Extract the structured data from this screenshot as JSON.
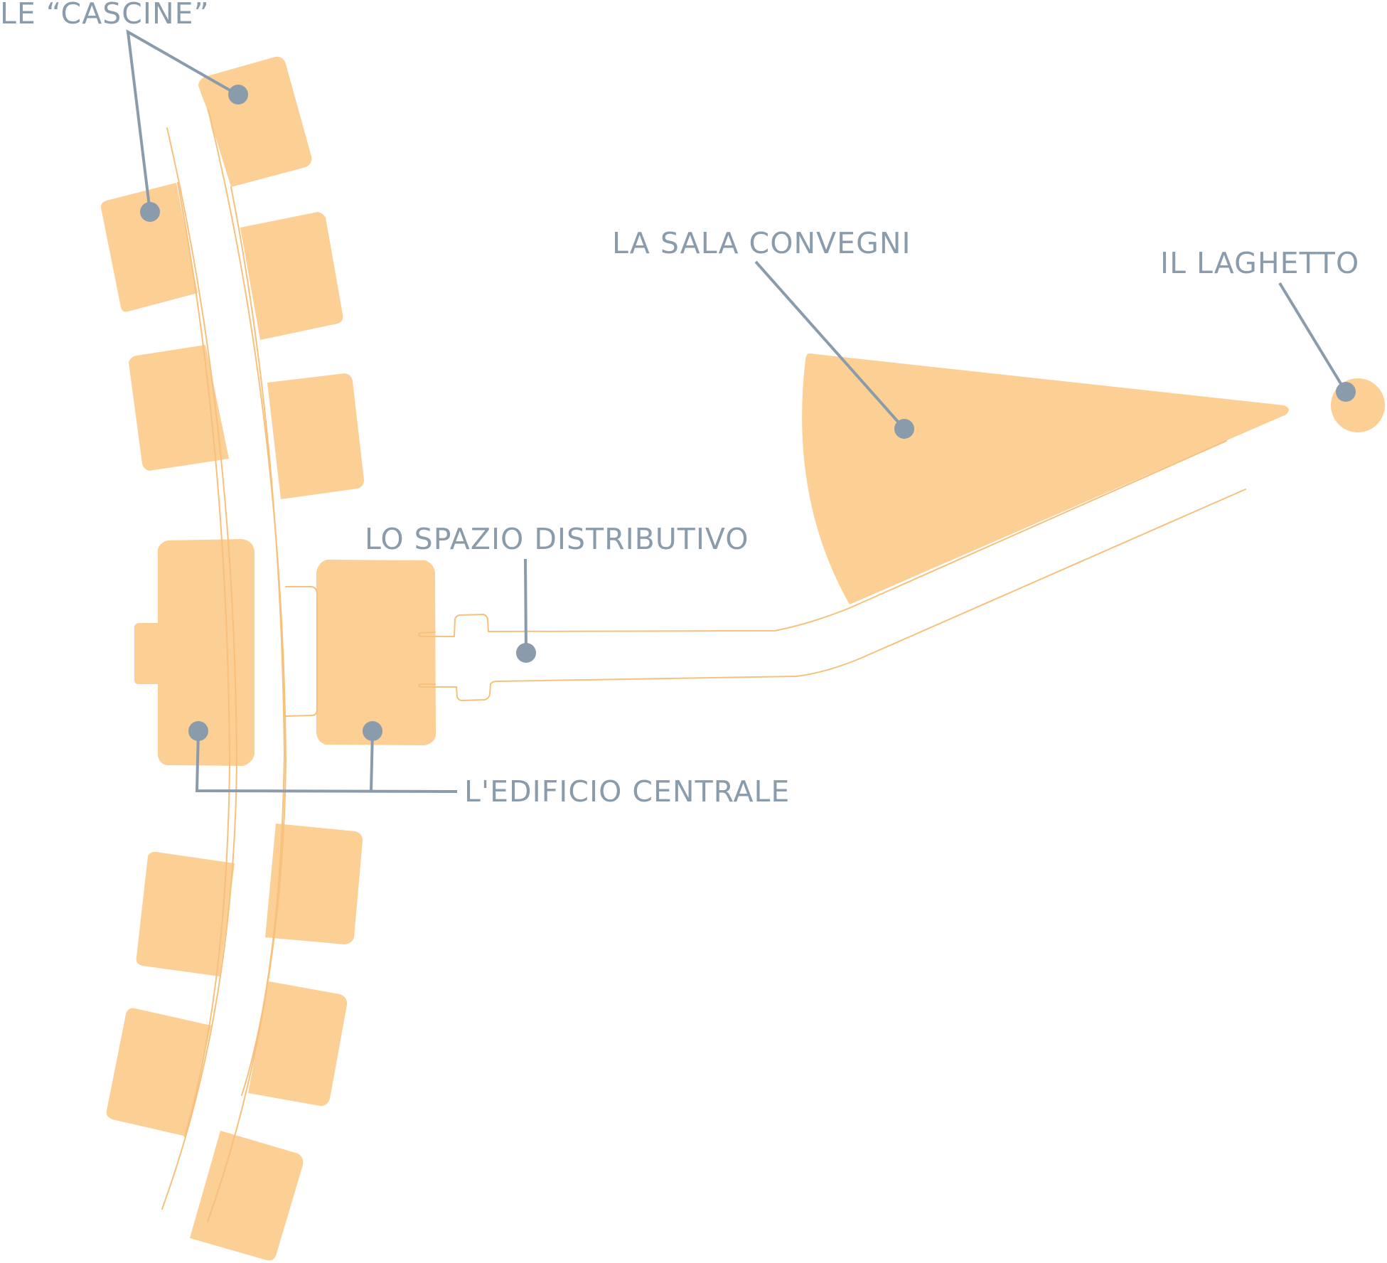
{
  "colors": {
    "building_fill": "#fccf95",
    "path_line": "#f7c07c",
    "label": "#8a9bab",
    "background": "#ffffff"
  },
  "labels": {
    "cascine": "LE “CASCINE”",
    "sala_convegni": "LA SALA CONVEGNI",
    "laghetto": "IL LAGHETTO",
    "spazio_distributivo": "LO SPAZIO DISTRIBUTIVO",
    "edificio_centrale": "L'EDIFICIO CENTRALE"
  }
}
